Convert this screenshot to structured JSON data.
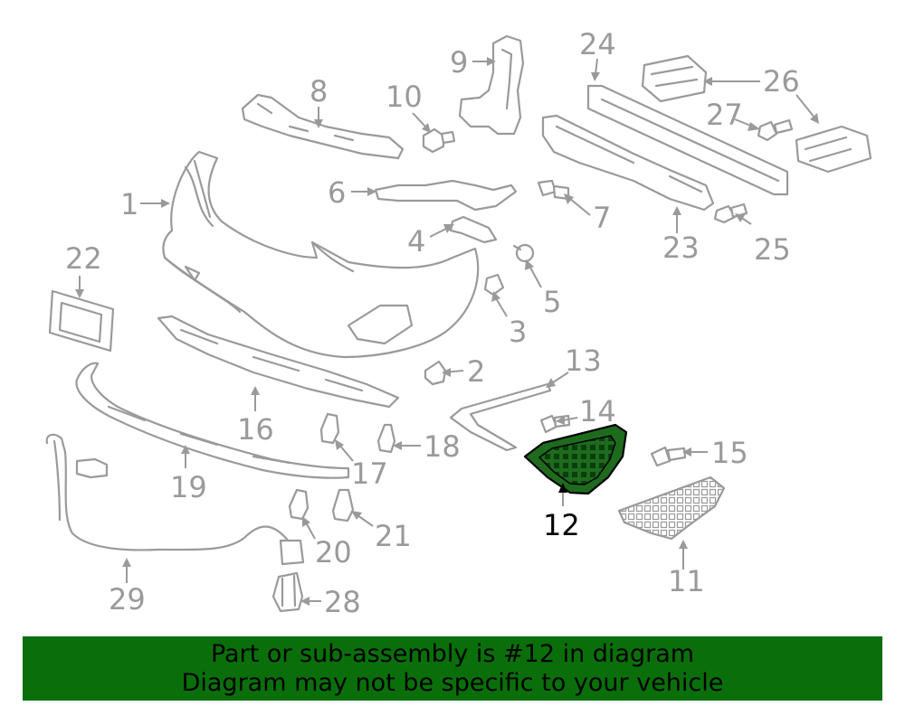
{
  "diagram": {
    "callouts": [
      "1",
      "2",
      "3",
      "4",
      "5",
      "6",
      "7",
      "8",
      "9",
      "10",
      "11",
      "12",
      "13",
      "14",
      "15",
      "16",
      "17",
      "18",
      "19",
      "20",
      "21",
      "22",
      "23",
      "24",
      "25",
      "26",
      "27",
      "28",
      "29"
    ],
    "highlighted_part": "12",
    "colors": {
      "part_stroke": "#9a9a9a",
      "highlight_fill": "#1e6b1e",
      "highlight_label": "#000000",
      "banner_bg": "#0a6f0a"
    }
  },
  "banner": {
    "line1": "Part or sub-assembly is #12 in diagram",
    "line2": "Diagram may not be specific to your vehicle"
  }
}
